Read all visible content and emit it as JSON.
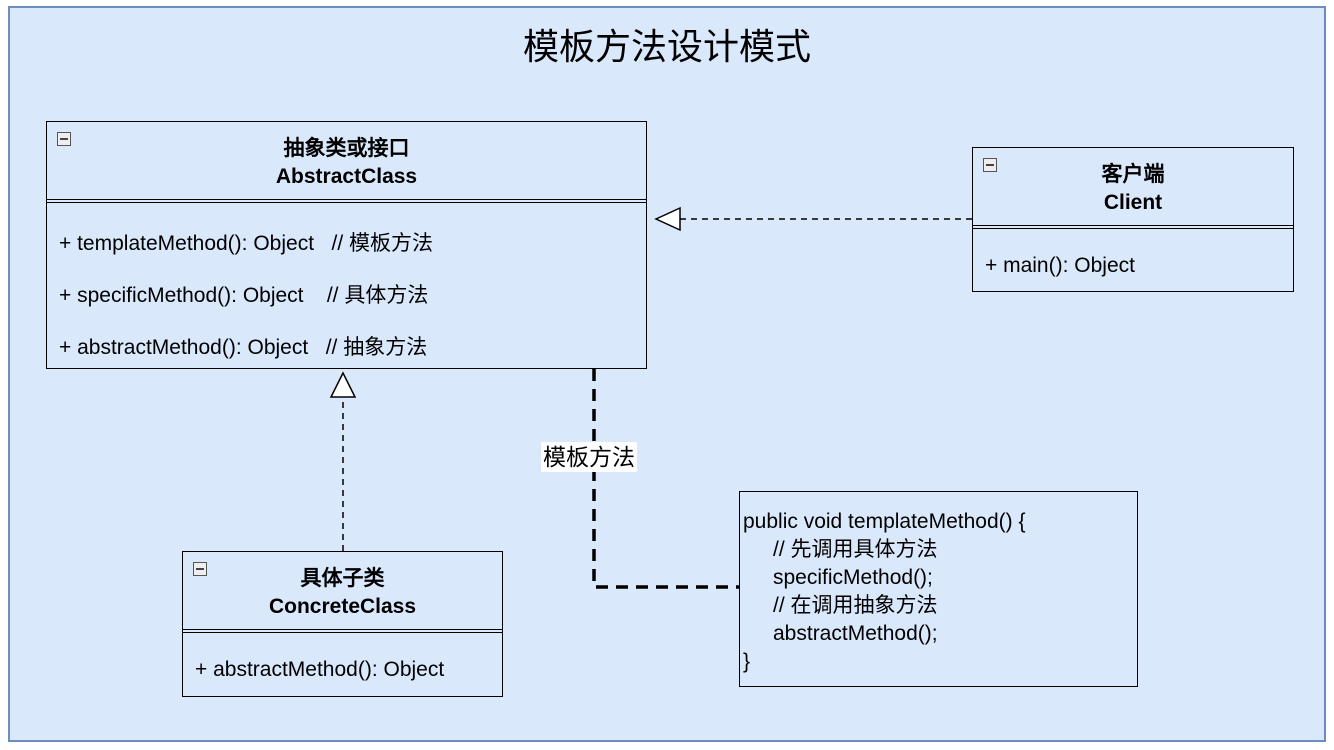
{
  "title": "模板方法设计模式",
  "abstract_class": {
    "name_cn": "抽象类或接口",
    "name_en": "AbstractClass",
    "members": [
      "+ templateMethod(): Object   // 模板方法",
      "+ specificMethod(): Object    // 具体方法",
      "+ abstractMethod(): Object   // 抽象方法"
    ]
  },
  "client_class": {
    "name_cn": "客户端",
    "name_en": "Client",
    "members": [
      "+ main(): Object"
    ]
  },
  "concrete_class": {
    "name_cn": "具体子类",
    "name_en": "ConcreteClass",
    "members": [
      "+ abstractMethod(): Object"
    ]
  },
  "edge_label": "模板方法",
  "note": {
    "lines": [
      "public void templateMethod() {",
      "// 先调用具体方法",
      "specificMethod();",
      "// 在调用抽象方法",
      "abstractMethod();",
      "}"
    ]
  },
  "colors": {
    "canvas_fill": "#dae8fc",
    "canvas_stroke": "#6c8ebf",
    "line": "#000000"
  }
}
